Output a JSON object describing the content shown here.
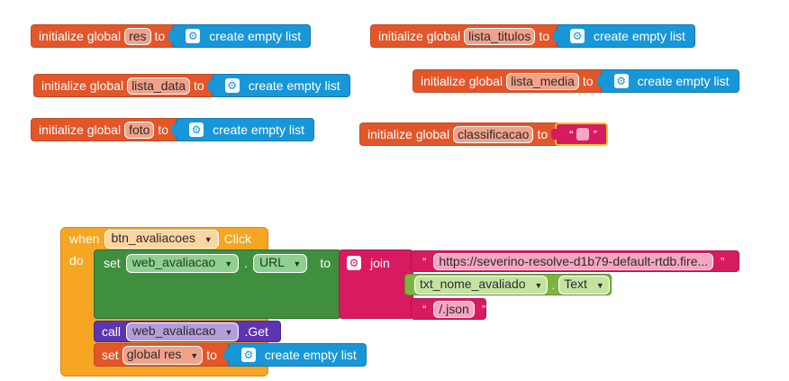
{
  "labels": {
    "initialize_global": "initialize global",
    "to": "to",
    "create_empty_list": "create empty list",
    "when": "when",
    "click": "Click",
    "do": "do",
    "set": "set",
    "join": "join",
    "call": "call",
    "get": ".Get",
    "dot": ".",
    "quote_open": "“",
    "quote_close": "”"
  },
  "globals": [
    {
      "name": "res"
    },
    {
      "name": "lista_titulos"
    },
    {
      "name": "lista_data"
    },
    {
      "name": "lista_media"
    },
    {
      "name": "foto"
    },
    {
      "name": "classificacao"
    }
  ],
  "event": {
    "component": "btn_avaliacoes",
    "set_component": "web_avaliacao",
    "set_property": "URL",
    "join_items": {
      "url": "https://severino-resolve-d1b79-default-rtdb.fire...",
      "component": "txt_nome_avaliado",
      "property": "Text",
      "suffix": "/.json"
    },
    "call_component": "web_avaliacao",
    "set_global": "global res"
  },
  "icons": {
    "gear": "gear-icon",
    "dropdown": "dropdown-caret-icon"
  },
  "colors": {
    "variables": "#e2562a",
    "lists": "#1897d8",
    "text": "#d81b60",
    "control": "#f6a623",
    "component_setter": "#3f8f3f",
    "component_getter": "#7cb342",
    "component_method": "#5e35b1"
  }
}
